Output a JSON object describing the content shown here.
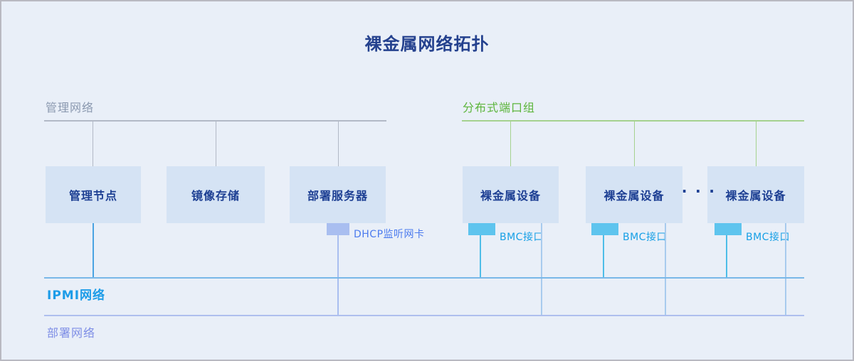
{
  "title": "裸金属网络拓扑",
  "management_network": {
    "label": "管理网络",
    "nodes": [
      "管理节点",
      "镜像存储",
      "部署服务器"
    ]
  },
  "distributed_port_group": {
    "label": "分布式端口组",
    "nodes": [
      "裸金属设备",
      "裸金属设备",
      "裸金属设备"
    ],
    "ellipsis": "···"
  },
  "interfaces": {
    "dhcp_nic_label": "DHCP监听网卡",
    "bmc_labels": [
      "BMC接口",
      "BMC接口",
      "BMC接口"
    ]
  },
  "ipmi_network": {
    "label": "IPMI网络"
  },
  "deployment_network": {
    "label": "部署网络"
  },
  "colors": {
    "background": "#e9eff8",
    "title_text": "#24418e",
    "node_box_fill": "#d5e3f4",
    "node_box_text": "#1d3f93",
    "management_label": "#8b99b0",
    "management_line": "#b2b9c6",
    "port_group_label": "#5cb53c",
    "port_group_line": "#a5d28f",
    "dhcp_tab": "#a9bef0",
    "dhcp_text": "#4c7bee",
    "bmc_tab": "#5ec4ee",
    "bmc_text": "#18a0e6",
    "ipmi_line": "#79b8e8",
    "ipmi_text": "#1d9ce8",
    "deployment_line": "#aebfee",
    "deployment_text": "#7e8ee6"
  }
}
